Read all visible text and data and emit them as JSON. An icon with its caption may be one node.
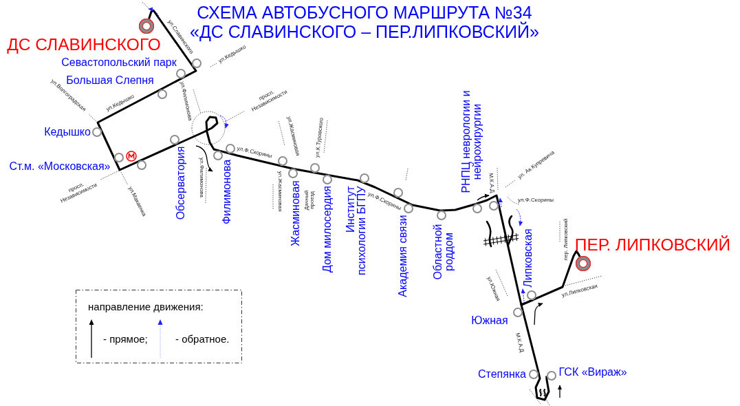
{
  "diagram": {
    "title": "СХЕМА АВТОБУСНОГО МАРШРУТА №34 «ДС СЛАВИНСКОГО – ПЕР.ЛИПКОВСКИЙ»",
    "nodes": [
      {
        "text": [],
        "shape": "circle",
        "beside": [
          "ДС СЛАВИНСКОГО"
        ]
      },
      {
        "text": [],
        "shape": "circle"
      },
      {
        "text": [],
        "shape": "circle",
        "beside": [
          "Севастопольский парк"
        ]
      },
      {
        "text": [],
        "shape": "circle",
        "beside": [
          "Большая Слепня"
        ]
      },
      {
        "text": [],
        "shape": "circle",
        "beside": [
          "Кедышко"
        ]
      },
      {
        "text": [],
        "shape": "circle",
        "beside": [
          "Ст.м. «Московская»"
        ]
      },
      {
        "text": [],
        "shape": "circle"
      },
      {
        "text": [],
        "shape": "circle",
        "beside": [
          "Обсерватория"
        ]
      },
      {
        "text": [],
        "shape": "circle",
        "beside": [
          "Филимонова"
        ]
      },
      {
        "text": [],
        "shape": "circle"
      },
      {
        "text": [],
        "shape": "circle"
      },
      {
        "text": [],
        "shape": "circle",
        "beside": [
          "Жасминовая"
        ]
      },
      {
        "text": [],
        "shape": "circle"
      },
      {
        "text": [],
        "shape": "circle",
        "beside": [
          "Дом милосердия"
        ]
      },
      {
        "text": [],
        "shape": "circle",
        "beside": [
          "Институт психологии БГПУ"
        ]
      },
      {
        "text": [],
        "shape": "circle"
      },
      {
        "text": [],
        "shape": "circle",
        "beside": [
          "Академия связи"
        ]
      },
      {
        "text": [],
        "shape": "circle",
        "beside": [
          "Областной роддом"
        ]
      },
      {
        "text": [],
        "shape": "circle",
        "beside": [
          "РНПЦ неврологии и нейрохирургии"
        ]
      },
      {
        "text": [],
        "shape": "circle"
      },
      {
        "text": [],
        "shape": "circle",
        "beside": [
          "Липковская"
        ]
      },
      {
        "text": [],
        "shape": "circle",
        "beside": [
          "Южная"
        ]
      },
      {
        "text": [],
        "shape": "circle",
        "beside": [
          "Степянка"
        ]
      },
      {
        "text": [],
        "shape": "circle",
        "beside": [
          "ГСК «Вираж»"
        ]
      },
      {
        "text": [],
        "shape": "circle",
        "beside": [
          "ПЕР. ЛИПКОВСКИЙ"
        ]
      }
    ],
    "edges": [
      {
        "from": 0,
        "to": 1,
        "arrow": "none"
      },
      {
        "from": 1,
        "to": 2,
        "arrow": "none"
      },
      {
        "from": 2,
        "to": 3,
        "arrow": "none"
      },
      {
        "from": 3,
        "to": 4,
        "arrow": "none"
      },
      {
        "from": 4,
        "to": 5,
        "arrow": "none"
      },
      {
        "from": 5,
        "to": 6,
        "arrow": "none"
      },
      {
        "from": 6,
        "to": 7,
        "arrow": "none"
      },
      {
        "from": 7,
        "to": 8,
        "arrow": "none"
      },
      {
        "from": 8,
        "to": 9,
        "arrow": "none"
      },
      {
        "from": 9,
        "to": 10,
        "arrow": "none"
      },
      {
        "from": 10,
        "to": 11,
        "arrow": "none"
      },
      {
        "from": 11,
        "to": 12,
        "arrow": "none"
      },
      {
        "from": 12,
        "to": 13,
        "arrow": "none"
      },
      {
        "from": 13,
        "to": 14,
        "arrow": "none"
      },
      {
        "from": 14,
        "to": 15,
        "arrow": "none"
      },
      {
        "from": 15,
        "to": 16,
        "arrow": "none"
      },
      {
        "from": 16,
        "to": 17,
        "arrow": "none"
      },
      {
        "from": 17,
        "to": 18,
        "arrow": "none"
      },
      {
        "from": 18,
        "to": 19,
        "arrow": "none"
      },
      {
        "from": 19,
        "to": 20,
        "arrow": "none"
      },
      {
        "from": 20,
        "to": 21,
        "arrow": "none"
      },
      {
        "from": 21,
        "to": 22,
        "arrow": "none"
      },
      {
        "from": 22,
        "to": 23,
        "arrow": "none"
      },
      {
        "from": 20,
        "to": 24,
        "arrow": "none"
      }
    ],
    "labels": [
      "ул.Славинского",
      "ул.Кедышко",
      "ул.Филимонова",
      "просп. Независимости",
      "ул.Волгоградская",
      "ул.Кедышко",
      "ул.Жасминовая",
      "ул.К.Туровского",
      "ул.Ф.Скорины",
      "ул. Ак.Купревича",
      "ул.Филимонова",
      "М.К.А.Д",
      "просп. Независимости",
      "ул.Макаенка",
      "ул.Жасминовая",
      "ул.Ф.Скорины",
      "Дачный проезд",
      "ул.Ф.Скорины",
      "пер. Липковский",
      "ул.Липковская",
      "ул.Южная",
      "направление движения:",
      "М.К.А.Д"
    ],
    "legend": [
      {
        "text": "- прямое;"
      },
      {
        "text": "- обратное."
      }
    ]
  }
}
